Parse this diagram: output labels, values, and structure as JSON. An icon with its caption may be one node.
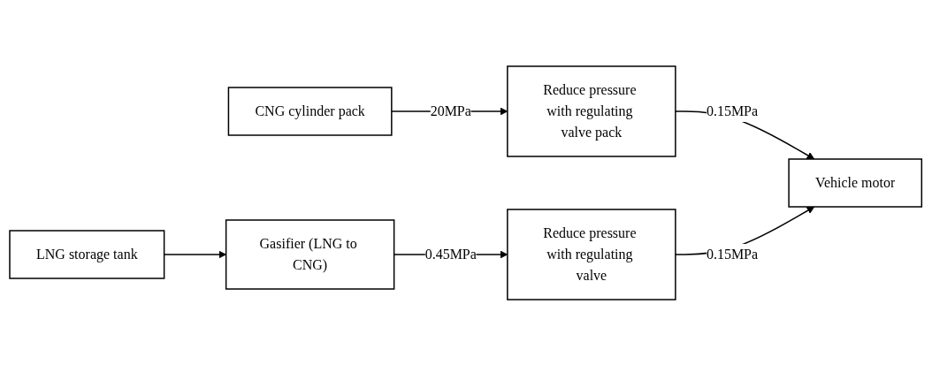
{
  "diagram": {
    "nodes": [
      {
        "text": [
          "CNG cylinder pack"
        ]
      },
      {
        "text": [
          "Reduce pressure with regulating valve pack"
        ]
      },
      {
        "text": [
          "Vehicle motor"
        ]
      },
      {
        "text": [
          "LNG storage tank"
        ]
      },
      {
        "text": [
          "Gasifier (LNG to CNG)"
        ]
      },
      {
        "text": [
          "Reduce pressure with regulating valve"
        ]
      }
    ],
    "edges": [
      {
        "from": 0,
        "to": 1,
        "arrow": "to",
        "label": "20MPa"
      },
      {
        "from": 1,
        "to": 2,
        "arrow": "to",
        "label": "0.15MPa"
      },
      {
        "from": 3,
        "to": 4,
        "arrow": "to"
      },
      {
        "from": 4,
        "to": 5,
        "arrow": "to",
        "label": "0.45MPa"
      },
      {
        "from": 5,
        "to": 2,
        "arrow": "to",
        "label": "0.15MPa"
      }
    ]
  }
}
